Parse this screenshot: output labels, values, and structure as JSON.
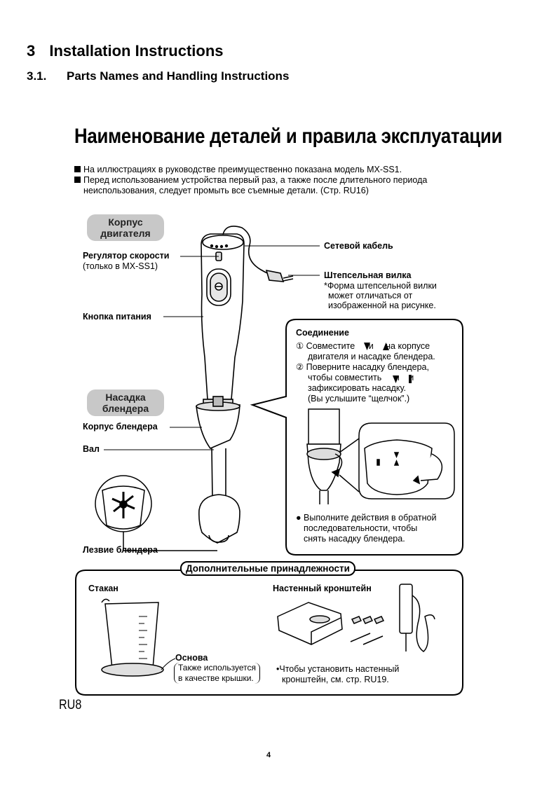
{
  "heading": {
    "section": "3",
    "section_title": "Installation Instructions",
    "subsection": "3.1.",
    "subsection_title": "Parts Names and Handling Instructions"
  },
  "ru_title": "Наименование деталей и правила эксплуатации",
  "notes": [
    "На иллюстрациях в руководстве преимущественно показана модель MX-SS1.",
    "Перед использованием устройства первый раз, а также после длительного периода",
    "неиспользования, следует промыть все съемные детали. (Стр. RU16)"
  ],
  "pills": {
    "motor_line1": "Корпус",
    "motor_line2": "двигателя",
    "blender_line1": "Насадка",
    "blender_line2": "блендера"
  },
  "labels": {
    "speed_regulator": "Регулятор скорости",
    "speed_regulator_note": "(только в MX-SS1)",
    "power_button": "Кнопка питания",
    "power_cord": "Сетевой кабель",
    "plug": "Штепсельная вилка",
    "plug_note1": "*Форма штепсельной вилки",
    "plug_note2": "может отличаться от",
    "plug_note3": "изображенной на рисунке.",
    "blender_body": "Корпус блендера",
    "shaft": "Вал",
    "blade": "Лезвие блендера"
  },
  "connection": {
    "title": "Соединение",
    "step1_a": "① Совместите",
    "step1_and": "и",
    "step1_b": "на корпусе",
    "step1_c": "двигателя и насадке блендера.",
    "step2_a": "② Поверните насадку блендера,",
    "step2_b": "чтобы совместить",
    "step2_and": "и",
    "step2_c": "зафиксировать насадку.",
    "step2_d": "(Вы услышите “щелчок”.)",
    "reverse1": "● Выполните действия в обратной",
    "reverse2": "последовательности, чтобы",
    "reverse3": "снять насадку блендера."
  },
  "accessories": {
    "title": "Дополнительные принадлежности",
    "cup": "Стакан",
    "wall_bracket": "Настенный кронштейн",
    "base": "Основа",
    "base_note1": "Также используется",
    "base_note2": "в качестве крышки.",
    "bracket_note1": "•Чтобы установить настенный",
    "bracket_note2": "кронштейн, см. стр. RU19."
  },
  "page_code": "RU8",
  "page_number": "4"
}
